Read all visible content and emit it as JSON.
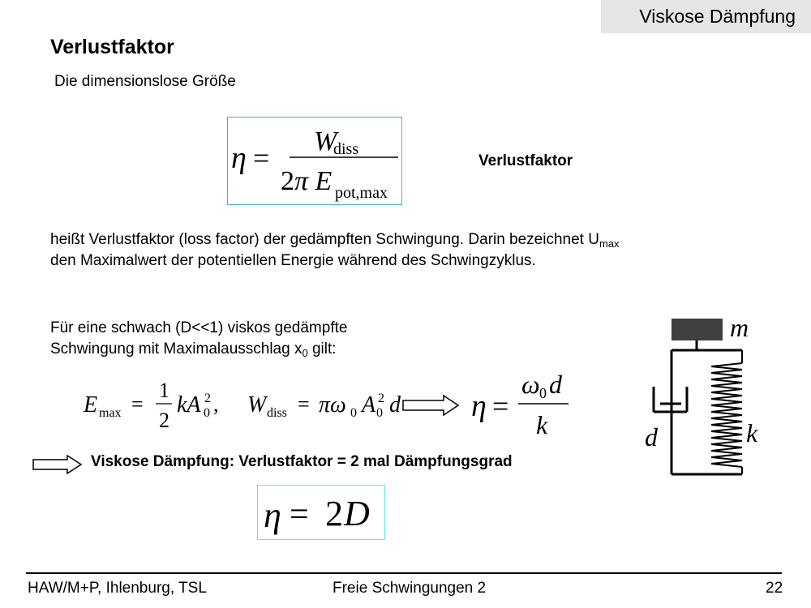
{
  "header": {
    "tag": "Viskose Dämpfung",
    "tag_bg": "#e6e6e6"
  },
  "title": "Verlustfaktor",
  "intro": "Die dimensionslose Größe",
  "formula1": {
    "lhs": "η =",
    "numerator": "W",
    "numerator_sub": "diss",
    "denominator": "2π E",
    "denominator_sub": "pot,max",
    "label": "Verlustfaktor",
    "border_color": "#3fb7bf"
  },
  "paragraph1": {
    "line1": "heißt Verlustfaktor (loss factor) der gedämpften Schwingung. Darin bezeichnet  U",
    "line1_sub": "max",
    "line2": "den Maximalwert der potentiellen Energie während des Schwingzyklus."
  },
  "paragraph2": {
    "line1": "Für eine schwach (D<<1) viskos gedämpfte",
    "line2_pre": "Schwingung mit Maximalausschlag x",
    "line2_sub": "0",
    "line2_post": " gilt:"
  },
  "formula2": {
    "emax": "E",
    "emax_sub": "max",
    "eq": "=",
    "half_num": "1",
    "half_den": "2",
    "kA": "kA",
    "kA_sup": "2",
    "kA_sub": "0",
    "comma": ",",
    "wdiss": "W",
    "wdiss_sub": "diss",
    "rhs": "πω",
    "omega_sub": "0",
    "A": "A",
    "A_sup": "2",
    "A_sub": "0",
    "d": "d"
  },
  "formula3": {
    "eta": "η =",
    "num": "ω",
    "num_sub": "0",
    "num_d": "d",
    "den": "k"
  },
  "diagram": {
    "mass_label": "m",
    "damper_label": "d",
    "spring_label": "k",
    "mass_color": "#404040"
  },
  "result": "Viskose Dämpfung: Verlustfaktor = 2 mal Dämpfungsgrad",
  "formula4": {
    "text": "η = 2D",
    "border_color": "#59e8f0"
  },
  "footer": {
    "left": "HAW/M+P, Ihlenburg, TSL",
    "center": "Freie Schwingungen 2",
    "right": "22"
  }
}
